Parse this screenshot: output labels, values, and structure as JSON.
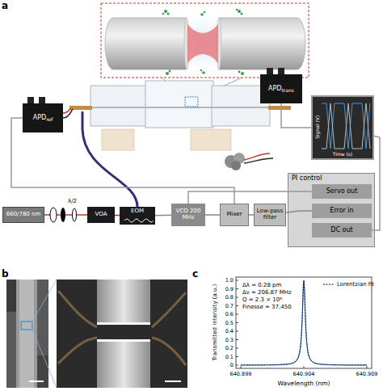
{
  "diagram": {
    "nodes": [
      {
        "text": [
          "660/780 nm"
        ]
      },
      {
        "text": [
          "VOA"
        ]
      },
      {
        "text": [
          "EOM"
        ]
      },
      {
        "text": [
          "VCO 200 MHz"
        ]
      },
      {
        "text": [
          "Mixer"
        ]
      },
      {
        "text": [
          "Low-pass filter"
        ]
      },
      {
        "text": [
          "PI control"
        ]
      },
      {
        "text": [
          "Servo out"
        ],
        "in": 6
      },
      {
        "text": [
          "Error in"
        ],
        "in": 6
      },
      {
        "text": [
          "DC out"
        ],
        "in": 6
      },
      {
        "text": [
          "Signal (V)",
          "Time (s)"
        ]
      },
      {
        "text": [
          "APD",
          "ref"
        ]
      },
      {
        "text": [
          "APD",
          "trans"
        ]
      }
    ],
    "edges": [
      {
        "from": 0,
        "to": 1,
        "arrow": "none"
      },
      {
        "from": 1,
        "to": 2,
        "arrow": "none"
      },
      {
        "from": 2,
        "to": 3,
        "arrow": "none"
      },
      {
        "from": 3,
        "to": 4,
        "arrow": "none"
      },
      {
        "from": 4,
        "to": 5,
        "arrow": "none"
      },
      {
        "from": 5,
        "to": 8,
        "arrow": "none"
      },
      {
        "from": 7,
        "to": 3,
        "arrow": "none"
      },
      {
        "from": 11,
        "to": 4,
        "arrow": "none"
      },
      {
        "from": 12,
        "to": 10,
        "arrow": "none"
      },
      {
        "from": 9,
        "to": 10,
        "arrow": "none"
      }
    ],
    "labels": [
      "a",
      "b",
      "c",
      "λ/2",
      "Δλ = 0.28 pm",
      "Δν = 206.87 MHz",
      "Q = 2.3 × 10⁶",
      "Finesse = 37,450",
      "Transmitted intensity (a.u.)",
      "Wavelength (nm)",
      "1.0",
      "0.9",
      "0.8",
      "0.7",
      "0.6",
      "0.5",
      "0.4",
      "0.3",
      "0.2",
      "0.1",
      "0",
      "640.899",
      "640.904",
      "640.909"
    ],
    "legend": [
      {
        "text": "Lorentzian fit"
      }
    ]
  }
}
